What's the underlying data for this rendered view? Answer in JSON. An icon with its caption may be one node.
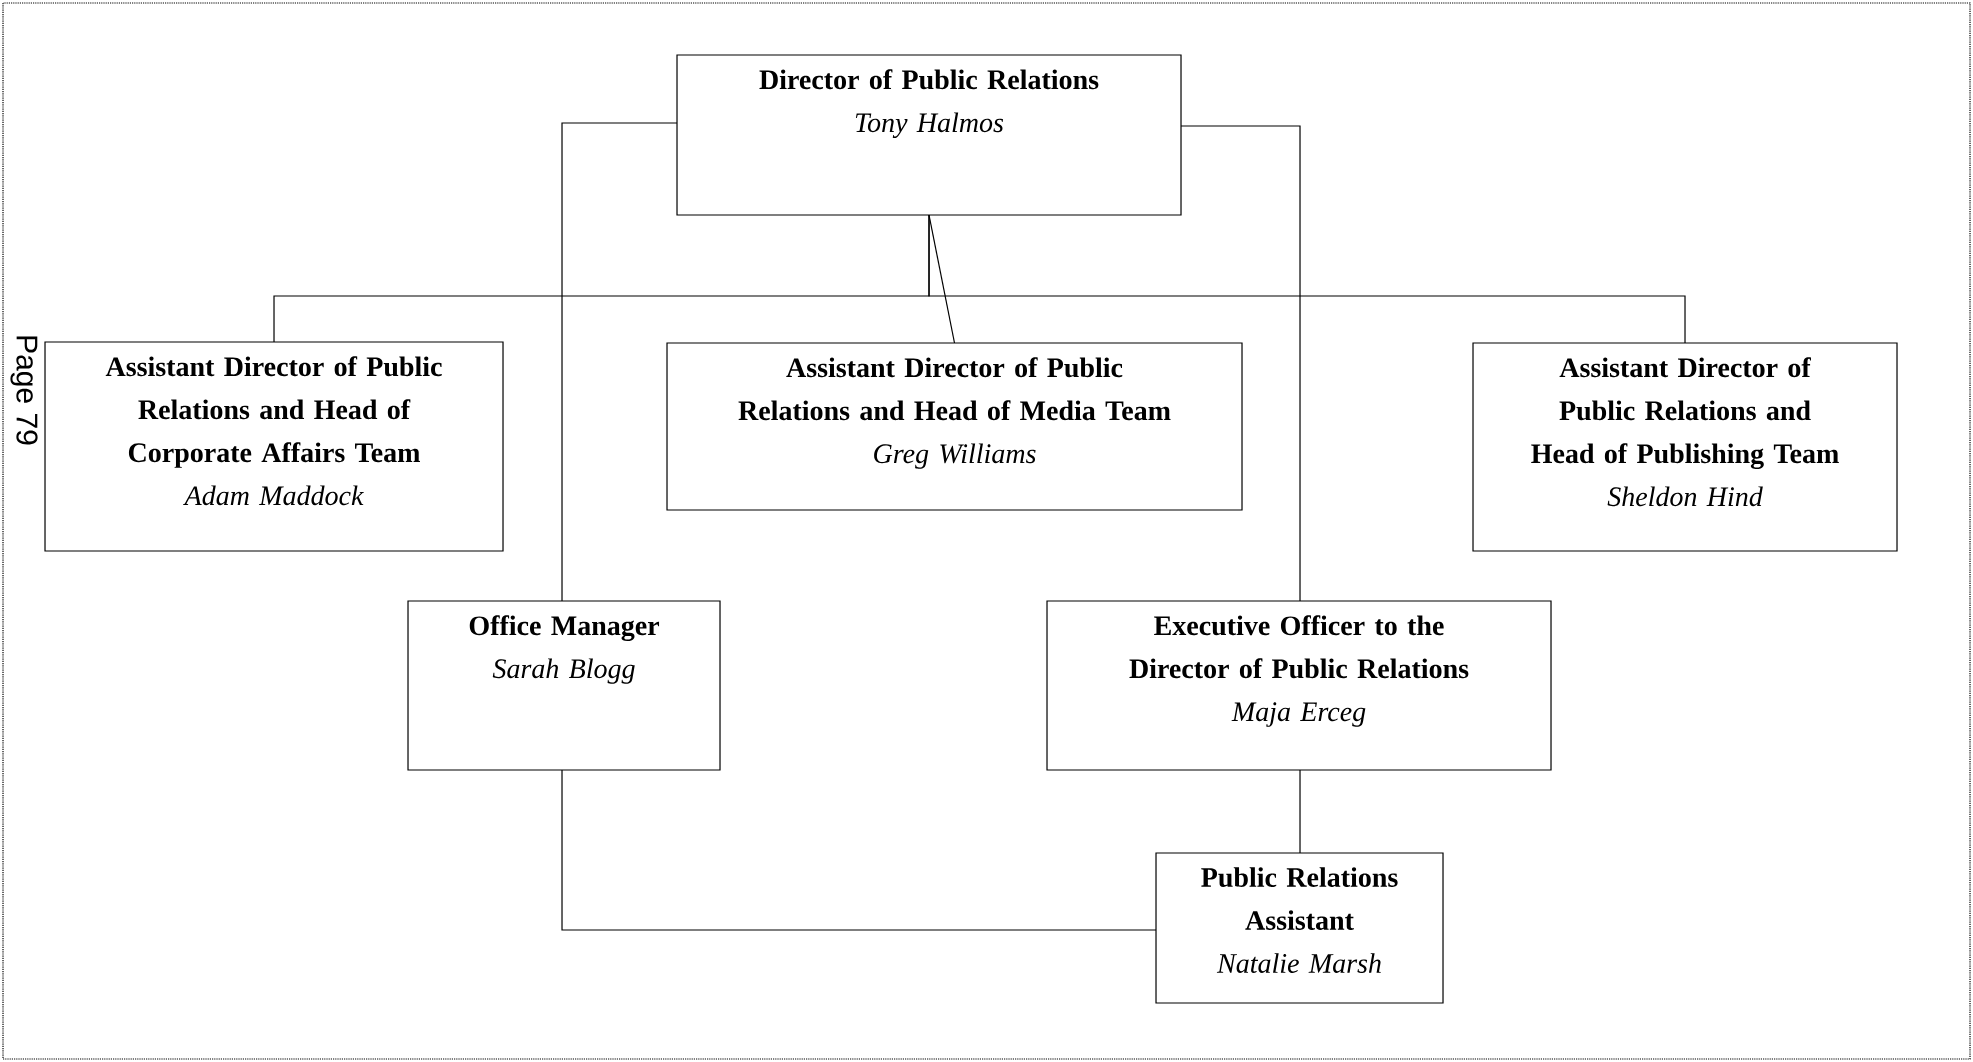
{
  "diagram": {
    "nodes": [
      {
        "text": [
          "Director of Public Relations",
          "Tony Halmos"
        ]
      },
      {
        "text": [
          "Assistant Director of Public Relations and Head of Corporate Affairs Team",
          "Adam Maddock"
        ]
      },
      {
        "text": [
          "Assistant Director of Public Relations and Head of Media Team",
          "Greg Williams"
        ]
      },
      {
        "text": [
          "Assistant Director of Public Relations and Head of Publishing Team",
          "Sheldon Hind"
        ]
      },
      {
        "text": [
          "Office Manager",
          "Sarah Blogg"
        ]
      },
      {
        "text": [
          "Executive Officer to the Director of Public Relations",
          "Maja Erceg"
        ]
      },
      {
        "text": [
          "Public Relations Assistant",
          "Natalie Marsh"
        ]
      }
    ],
    "edges": [
      {
        "from": 0,
        "to": 1,
        "arrow": "none"
      },
      {
        "from": 0,
        "to": 2,
        "arrow": "none"
      },
      {
        "from": 0,
        "to": 3,
        "arrow": "none"
      },
      {
        "from": 0,
        "to": 4,
        "arrow": "none"
      },
      {
        "from": 0,
        "to": 5,
        "arrow": "none"
      },
      {
        "from": 4,
        "to": 6,
        "arrow": "none"
      },
      {
        "from": 5,
        "to": 6,
        "arrow": "none"
      }
    ],
    "labels": [
      "Page 79"
    ]
  }
}
